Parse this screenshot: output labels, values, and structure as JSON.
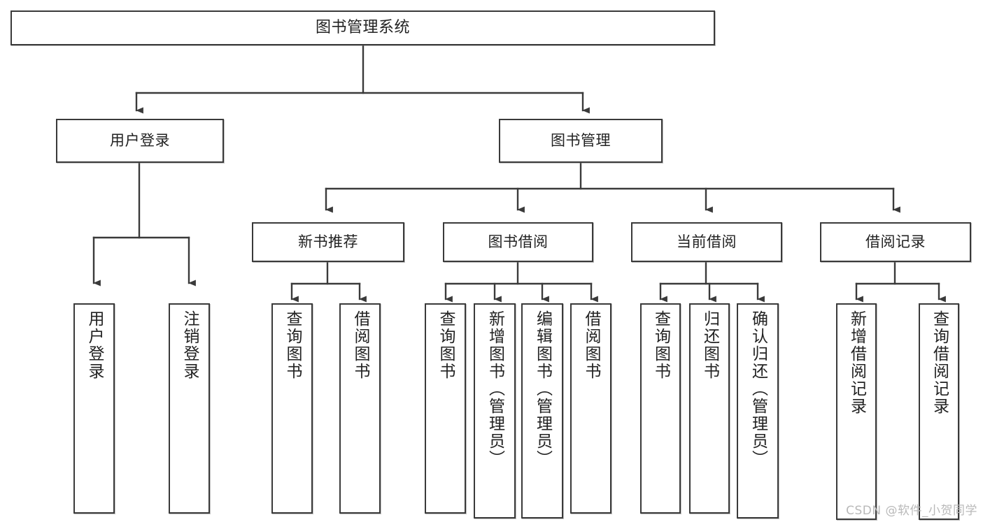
{
  "diagram": {
    "title": "图书管理系统",
    "watermark": "CSDN @软件_小贺同学",
    "colors": {
      "stroke": "#3a3a3a",
      "text": "#222222",
      "background": "#ffffff",
      "watermark": "#b9b9b9"
    },
    "levels": {
      "root": {
        "label": "图书管理系统"
      },
      "level2": [
        {
          "label": "用户登录"
        },
        {
          "label": "图书管理"
        }
      ],
      "level3": [
        {
          "label": "新书推荐"
        },
        {
          "label": "图书借阅"
        },
        {
          "label": "当前借阅"
        },
        {
          "label": "借阅记录"
        }
      ],
      "leaves": {
        "user_login": [
          {
            "label": "用户登录"
          },
          {
            "label": "注销登录"
          }
        ],
        "new_book_rec": [
          {
            "label": "查询图书"
          },
          {
            "label": "借阅图书"
          }
        ],
        "book_borrow": [
          {
            "label": "查询图书"
          },
          {
            "label": "新增图书（管理员）"
          },
          {
            "label": "编辑图书（管理员）"
          },
          {
            "label": "借阅图书"
          }
        ],
        "current_borrow": [
          {
            "label": "查询图书"
          },
          {
            "label": "归还图书"
          },
          {
            "label": "确认归还（管理员）"
          }
        ],
        "borrow_record": [
          {
            "label": "新增借阅记录"
          },
          {
            "label": "查询借阅记录"
          }
        ]
      }
    }
  }
}
